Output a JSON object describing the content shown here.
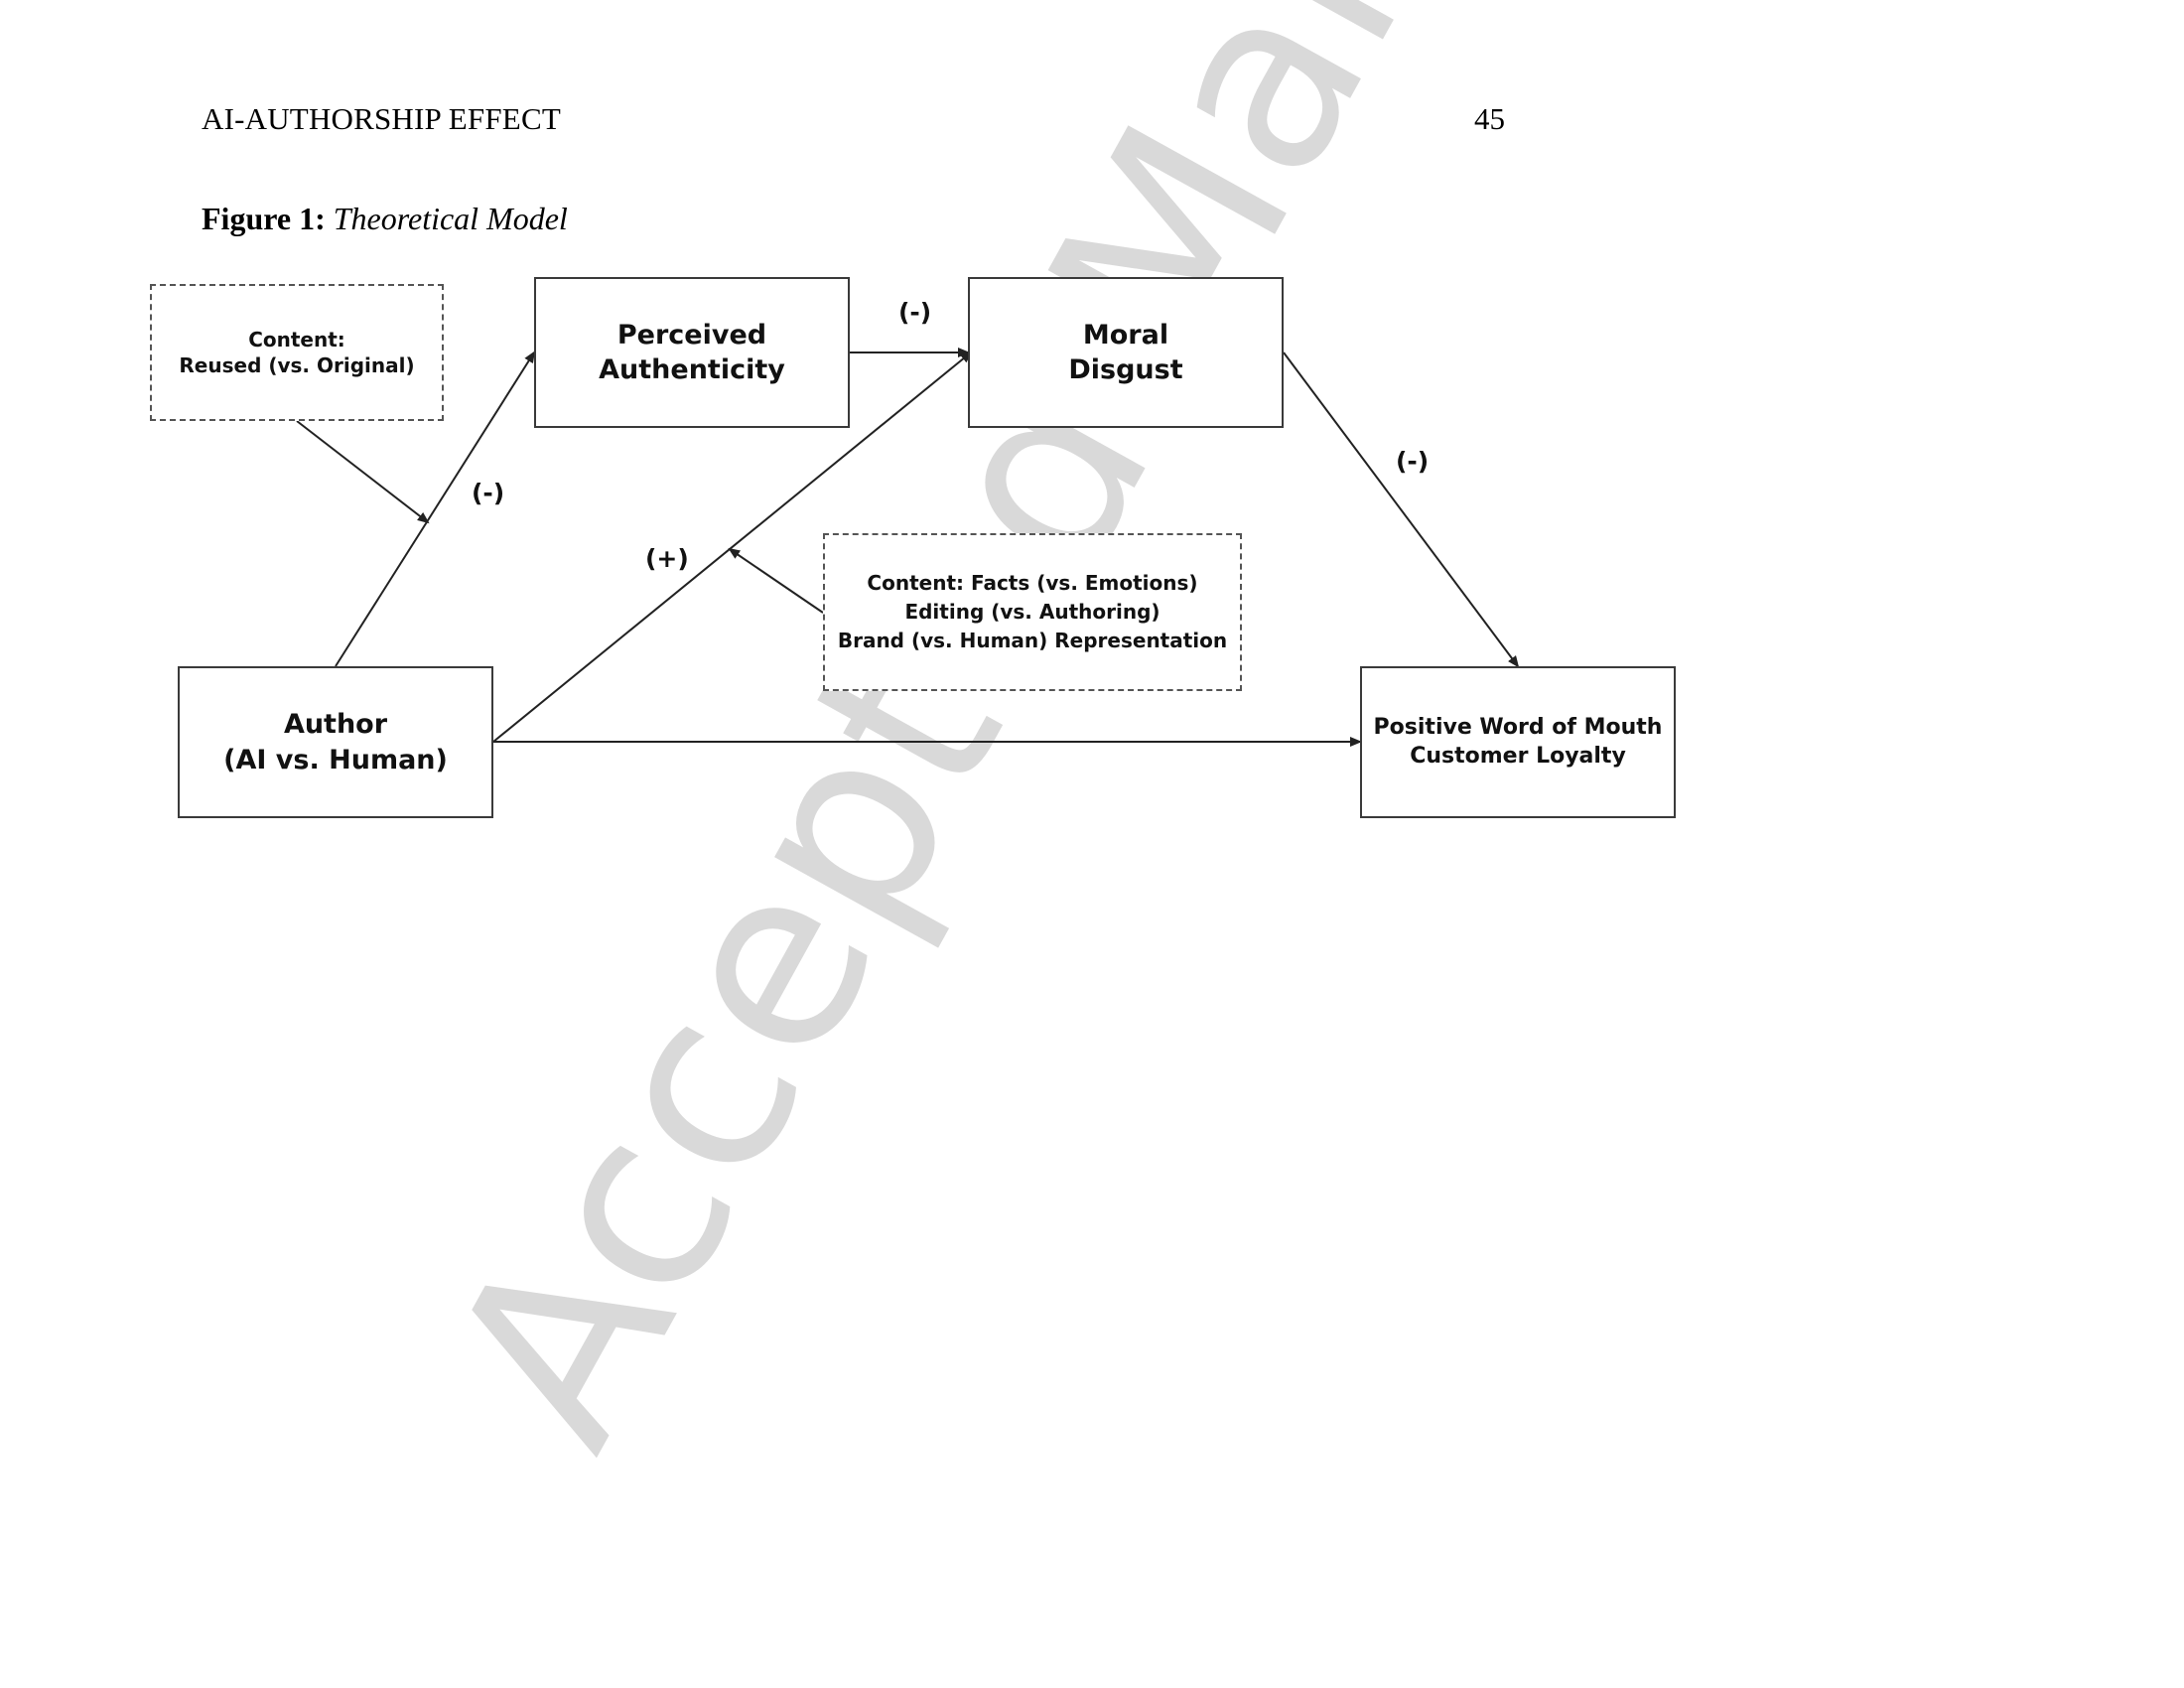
{
  "header": {
    "running_head": "AI-AUTHORSHIP EFFECT",
    "page_number": "45"
  },
  "figure": {
    "label": "Figure 1:",
    "title": "Theoretical Model"
  },
  "diagram": {
    "nodes": {
      "content_reused": {
        "lines": [
          "Content:",
          "Reused (vs. Original)"
        ]
      },
      "perceived_authenticity": {
        "lines": [
          "Perceived",
          "Authenticity"
        ]
      },
      "moral_disgust": {
        "lines": [
          "Moral",
          "Disgust"
        ]
      },
      "moderators": {
        "lines": [
          "Content: Facts (vs. Emotions)",
          "Editing (vs. Authoring)",
          "Brand (vs. Human) Representation"
        ]
      },
      "author": {
        "lines": [
          "Author",
          "(AI vs. Human)"
        ]
      },
      "outcomes": {
        "lines": [
          "Positive Word of Mouth",
          "Customer Loyalty"
        ]
      }
    },
    "path_signs": {
      "authenticity_to_disgust": "(-)",
      "author_to_authenticity": "(-)",
      "author_to_disgust": "(+)",
      "disgust_to_outcomes": "(-)"
    }
  },
  "watermark": {
    "text": "Accepted Manuscript",
    "color": "#d9d9d9"
  },
  "colors": {
    "box_border": "#3a3a3a",
    "arrow": "#222222",
    "watermark": "#d9d9d9"
  }
}
